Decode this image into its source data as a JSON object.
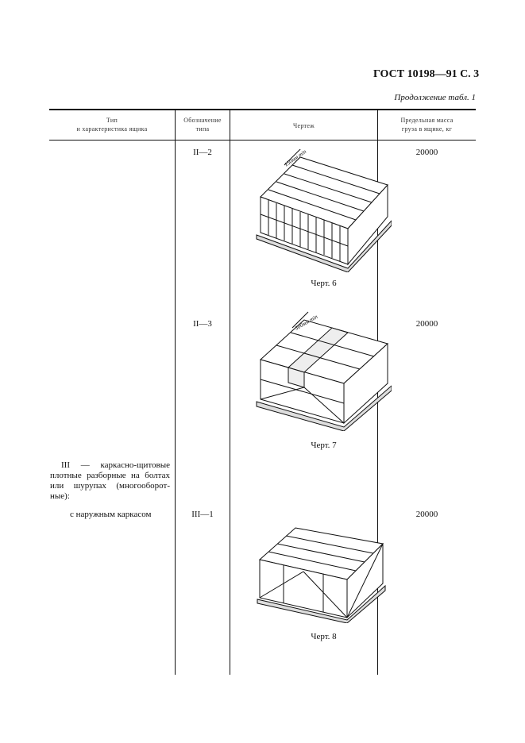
{
  "header": {
    "doc_id": "ГОСТ 10198—91 С. 3",
    "continuation": "Продолжение табл. 1"
  },
  "table": {
    "columns": [
      "Тип\nи характеристика ящика",
      "Обозначение\nтипа",
      "Чертеж",
      "Предельная масса\nгруза в ящике, кг"
    ],
    "columns_lines": [
      [
        "Тип",
        "и характеристика ящика"
      ],
      [
        "Обозначение",
        "типа"
      ],
      [
        "Чертеж"
      ],
      [
        "Предельная масса",
        "груза в ящике, кг"
      ]
    ],
    "rows": [
      {
        "type_desc": "",
        "code": "II—2",
        "drawing_caption": "Черт. 6",
        "dim_label": "150мм min",
        "mass": "20000"
      },
      {
        "type_desc": "",
        "code": "II—3",
        "drawing_caption": "Черт. 7",
        "dim_label": "300мм min",
        "mass": "20000"
      },
      {
        "group_desc_lines": [
          "III — каркасно-щитовые",
          "плотные разборные на болтах",
          "или шурупах (многооборот-",
          "ные):"
        ],
        "type_desc": "с наружным каркасом",
        "code": "III—1",
        "drawing_caption": "Черт. 8",
        "mass": "20000"
      }
    ]
  }
}
